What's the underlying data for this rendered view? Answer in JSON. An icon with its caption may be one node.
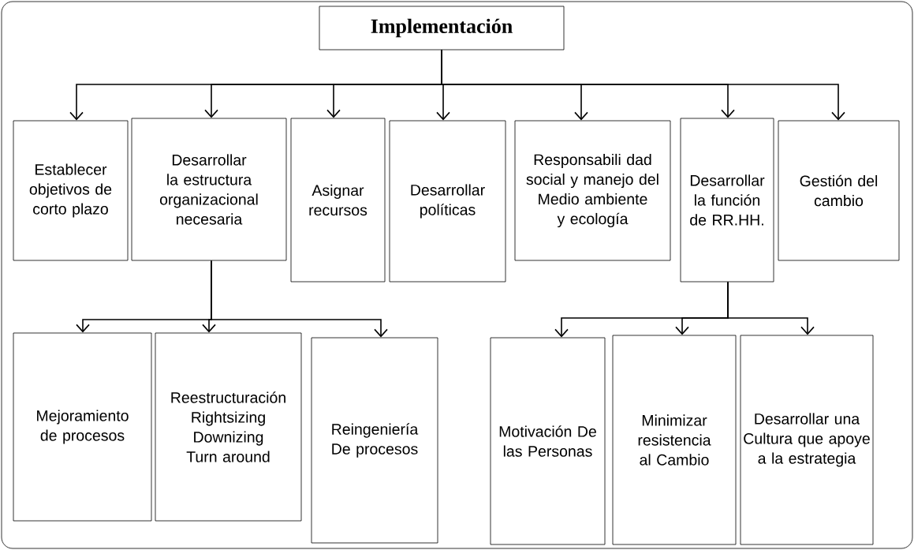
{
  "diagram": {
    "nodes": [
      {
        "text": [
          "Implementación"
        ]
      },
      {
        "text": [
          "Establecer objetivos de corto plazo"
        ]
      },
      {
        "text": [
          "Desarrollar la estructura organizacional necesaria"
        ]
      },
      {
        "text": [
          "Asignar recursos"
        ]
      },
      {
        "text": [
          "Desarrollar políticas"
        ]
      },
      {
        "text": [
          "Responsabili dad social y manejo del Medio ambiente y ecología"
        ]
      },
      {
        "text": [
          "Desarrollar la función de RR.HH."
        ]
      },
      {
        "text": [
          "Gestión del cambio"
        ]
      },
      {
        "text": [
          "Mejoramiento de procesos"
        ]
      },
      {
        "text": [
          "Reestructuración Rightsizing Downizing Turn around"
        ]
      },
      {
        "text": [
          "Reingeniería De procesos"
        ]
      },
      {
        "text": [
          "Motivación De las Personas"
        ]
      },
      {
        "text": [
          "Minimizar resistencia al Cambio"
        ]
      },
      {
        "text": [
          "Desarrollar una Cultura que apoye a la estrategia"
        ]
      }
    ],
    "edges": [
      {
        "from": 0,
        "to": 1,
        "arrow": "to"
      },
      {
        "from": 0,
        "to": 2,
        "arrow": "to"
      },
      {
        "from": 0,
        "to": 3,
        "arrow": "to"
      },
      {
        "from": 0,
        "to": 4,
        "arrow": "to"
      },
      {
        "from": 0,
        "to": 5,
        "arrow": "to"
      },
      {
        "from": 0,
        "to": 6,
        "arrow": "to"
      },
      {
        "from": 0,
        "to": 7,
        "arrow": "to"
      },
      {
        "from": 2,
        "to": 8,
        "arrow": "to"
      },
      {
        "from": 2,
        "to": 9,
        "arrow": "to"
      },
      {
        "from": 2,
        "to": 10,
        "arrow": "to"
      },
      {
        "from": 6,
        "to": 11,
        "arrow": "to"
      },
      {
        "from": 6,
        "to": 12,
        "arrow": "to"
      },
      {
        "from": 6,
        "to": 13,
        "arrow": "to"
      }
    ]
  }
}
